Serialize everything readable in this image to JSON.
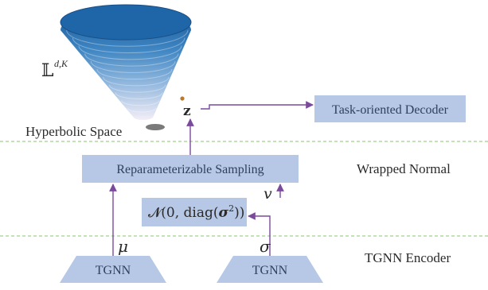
{
  "manifold_label": {
    "base": "𝕃",
    "superscript": "d,K"
  },
  "latent": {
    "label": "z"
  },
  "regions": {
    "hyperbolic": "Hyperbolic Space",
    "wrapped_normal": "Wrapped Normal",
    "encoder": "TGNN Encoder"
  },
  "boxes": {
    "decoder": "Task-oriented Decoder",
    "sampling": "Reparameterizable Sampling",
    "normal_prefix": "𝓝(0, diag(",
    "normal_sigma": "σ",
    "normal_power": "2",
    "normal_suffix": "))",
    "tgnn_left": "TGNN",
    "tgnn_right": "TGNN"
  },
  "symbols": {
    "mu": "μ",
    "sigma": "σ",
    "v": "v"
  },
  "colors": {
    "box_fill": "#b6c8e6",
    "arrow": "#7b4a9c",
    "dashed_divider": "#9fd08a",
    "cone_top": "#1f5e9e",
    "cone_bottom": "#f3eef8",
    "point": "#b87a2e",
    "shadow": "#777777"
  }
}
